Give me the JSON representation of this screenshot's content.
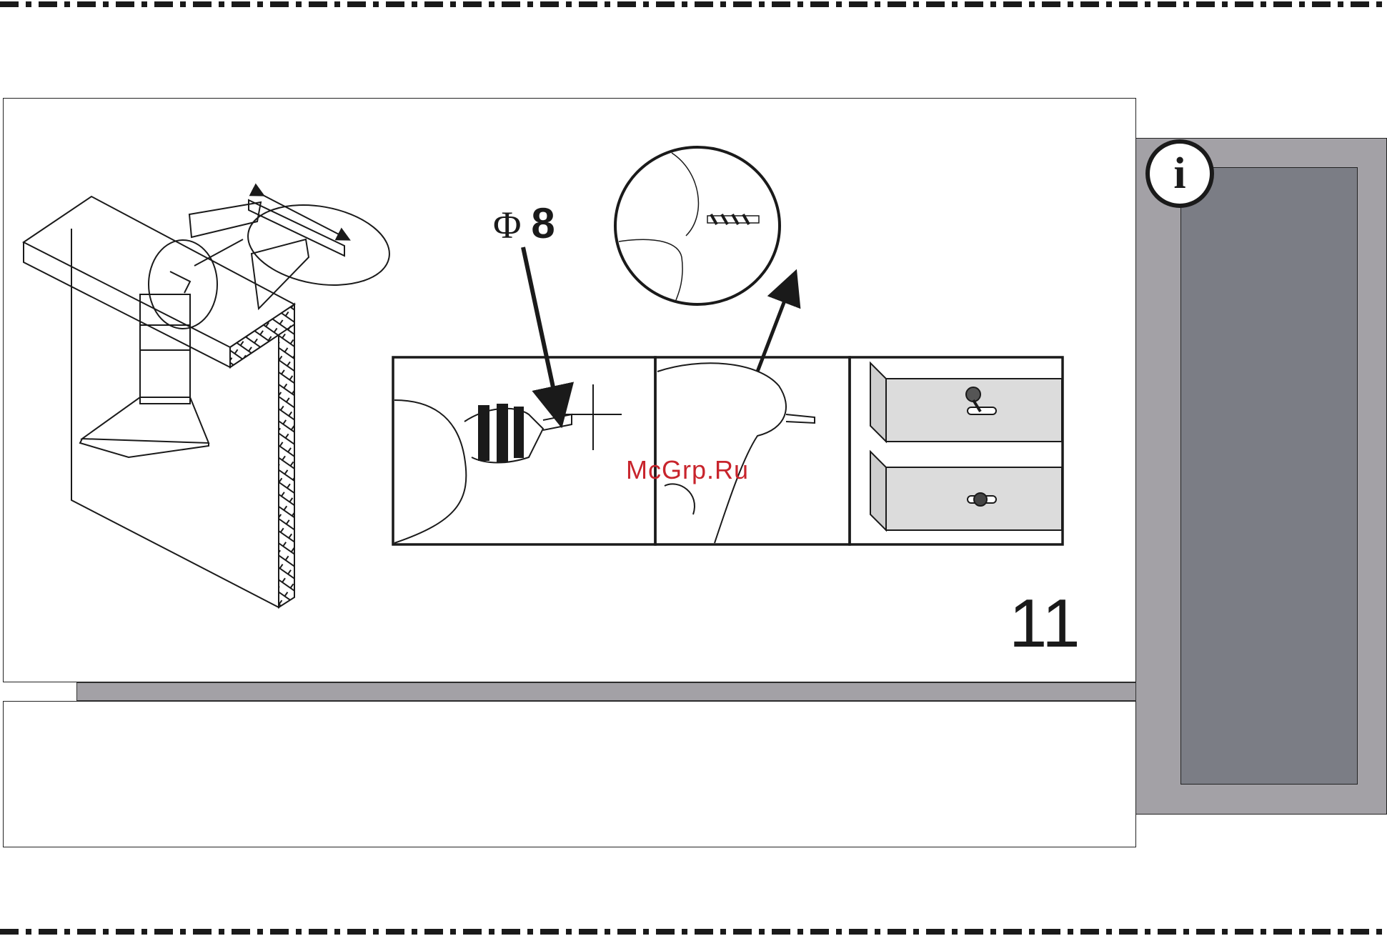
{
  "document": {
    "step_number": "11",
    "drill_size": {
      "symbol": "Φ",
      "value": "8"
    },
    "info_icon": "information-icon",
    "watermark": "McGrp.Ru"
  },
  "colors": {
    "sidebar_outer": "#a3a1a6",
    "sidebar_inner": "#7b7d85",
    "line": "#1a1a1a",
    "watermark": "#c8242c",
    "panel_fill": "#dcdcdc"
  }
}
